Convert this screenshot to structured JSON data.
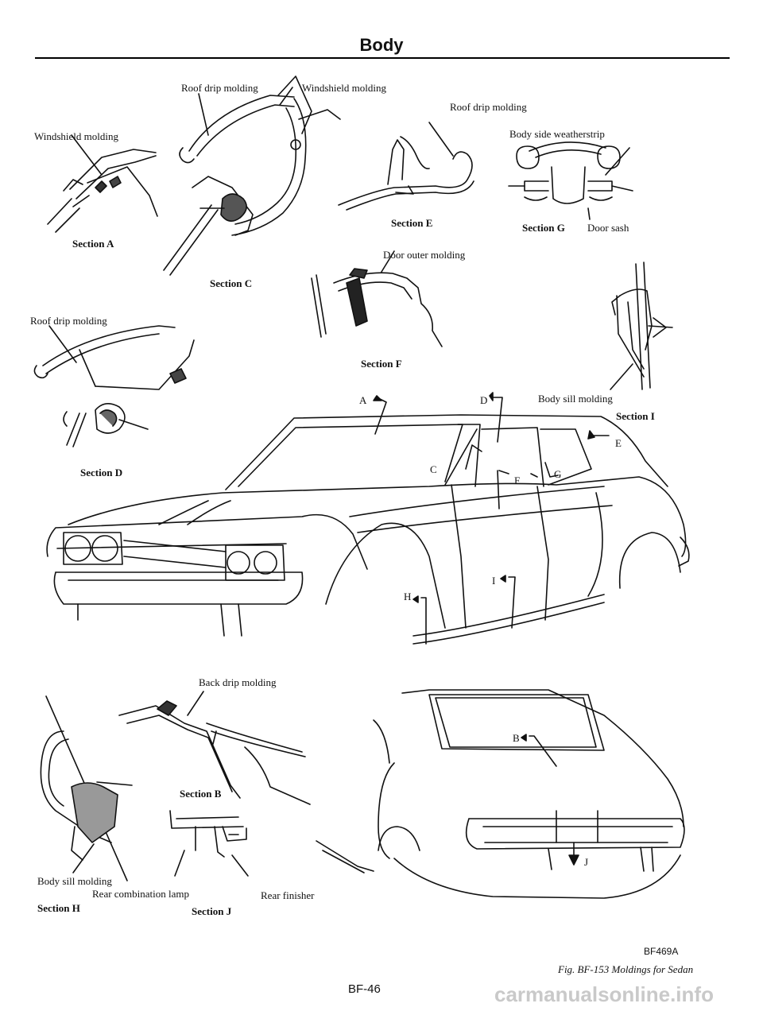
{
  "header": {
    "title": "Body"
  },
  "labels": {
    "windshield_a": "Windshield molding",
    "roof_drip_c": "Roof drip molding",
    "windshield_c": "Windshield molding",
    "roof_drip_e": "Roof drip molding",
    "body_side_weatherstrip": "Body side weatherstrip",
    "section_a": "Section A",
    "section_e": "Section E",
    "section_g": "Section G",
    "door_sash": "Door sash",
    "door_outer_molding": "Door outer molding",
    "section_c": "Section C",
    "roof_drip_d": "Roof drip molding",
    "section_f": "Section F",
    "body_sill_i": "Body sill molding",
    "section_i": "Section I",
    "section_d": "Section D",
    "back_drip": "Back drip molding",
    "section_b": "Section B",
    "body_sill_h": "Body sill molding",
    "rear_comb_lamp": "Rear combination lamp",
    "rear_finisher": "Rear finisher",
    "section_h": "Section H",
    "section_j": "Section J"
  },
  "callouts": {
    "a": "A",
    "b": "B",
    "c": "C",
    "d": "D",
    "e": "E",
    "f": "F",
    "g": "G",
    "h": "H",
    "i": "I",
    "j": "J"
  },
  "footer": {
    "figure_code": "BF469A",
    "caption": "Fig. BF-153 Moldings for Sedan",
    "page_number": "BF-46",
    "watermark": "carmanualsonline.info"
  }
}
